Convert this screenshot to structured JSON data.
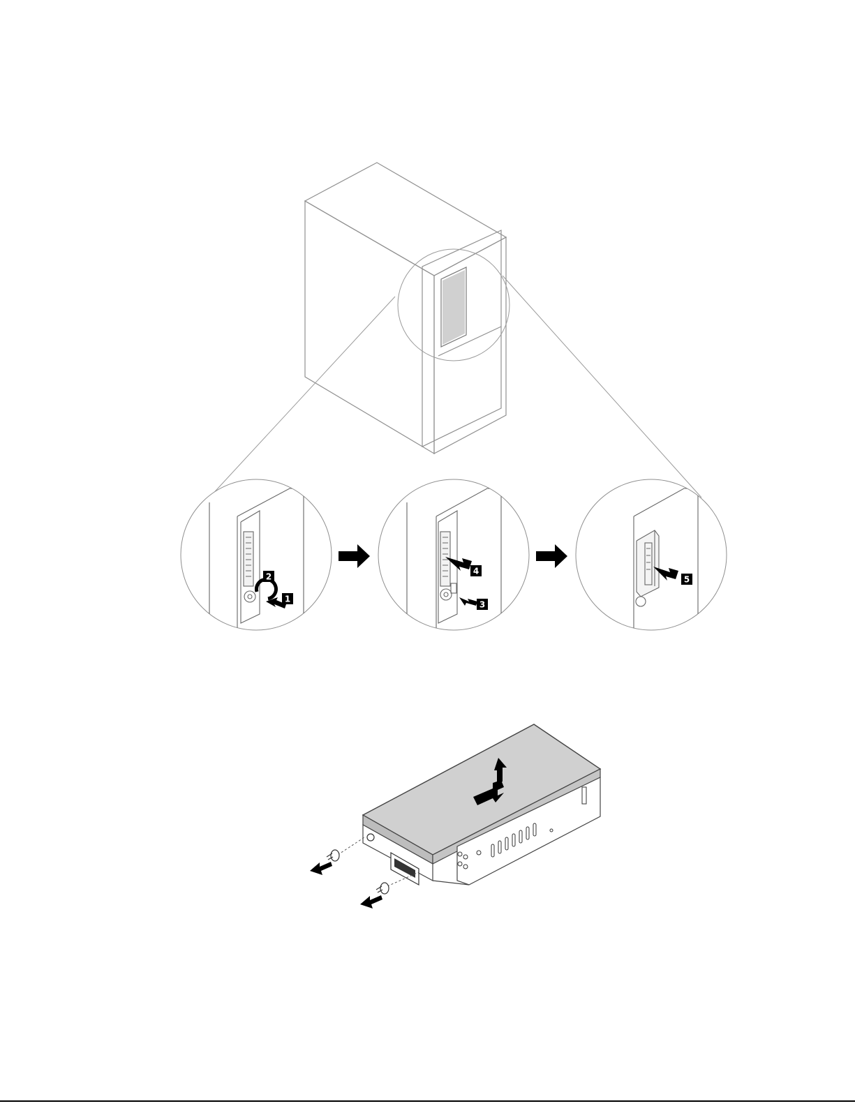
{
  "figure_1": {
    "step_badges": [
      "1",
      "2",
      "3",
      "4",
      "5"
    ]
  },
  "colors": {
    "outline": "#555555",
    "light_outline": "#8a8a8a",
    "fill_gray": "#d0d0d0",
    "badge": "#000000",
    "arrow": "#000000"
  }
}
